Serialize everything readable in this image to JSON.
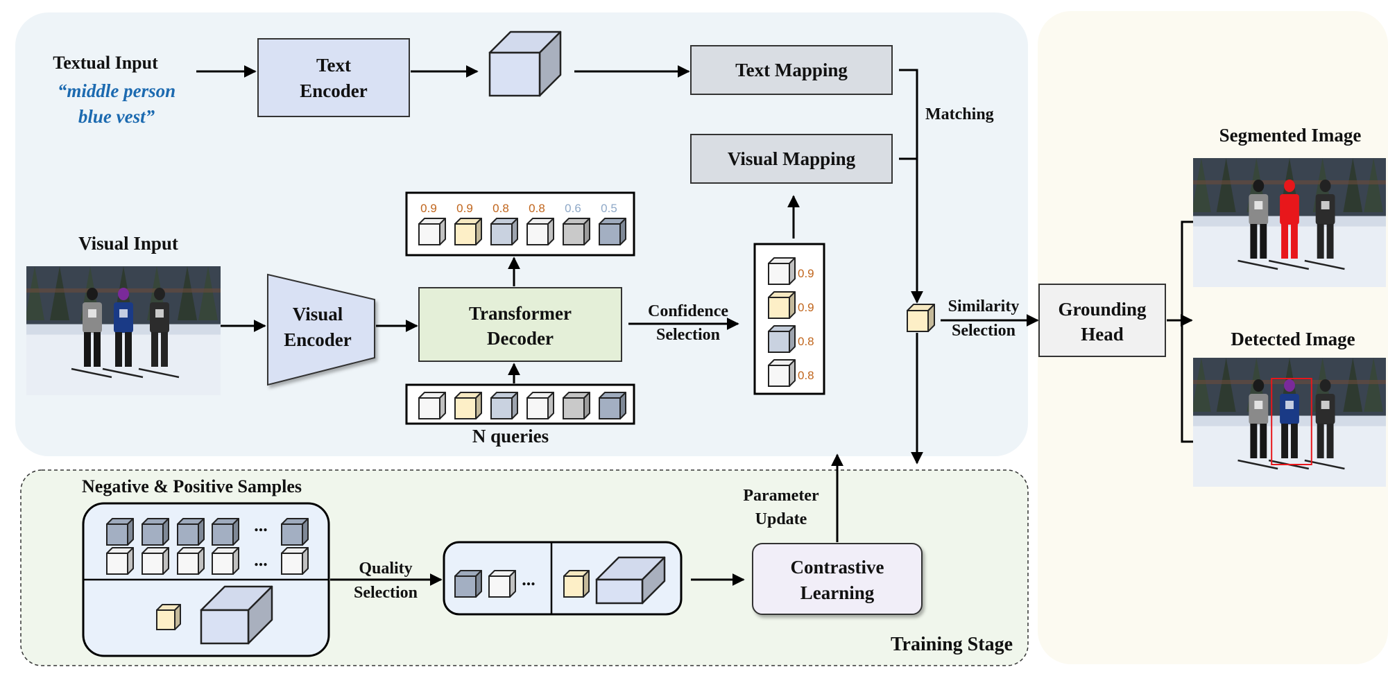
{
  "textual_input": {
    "label": "Textual Input",
    "query_line1": "“middle person",
    "query_line2": "blue vest”"
  },
  "text_encoder": {
    "line1": "Text",
    "line2": "Encoder"
  },
  "text_mapping": "Text Mapping",
  "visual_mapping": "Visual Mapping",
  "matching": "Matching",
  "visual_input": "Visual Input",
  "visual_encoder": {
    "line1": "Visual",
    "line2": "Encoder"
  },
  "transformer_decoder": {
    "line1": "Transformer",
    "line2": "Decoder"
  },
  "query_scores": [
    "0.9",
    "0.9",
    "0.8",
    "0.8",
    "0.6",
    "0.5"
  ],
  "n_queries": "N queries",
  "confidence_selection": {
    "line1": "Confidence",
    "line2": "Selection"
  },
  "selected_scores": [
    "0.9",
    "0.9",
    "0.8",
    "0.8"
  ],
  "similarity_selection": {
    "line1": "Similarity",
    "line2": "Selection"
  },
  "grounding_head": {
    "line1": "Grounding",
    "line2": "Head"
  },
  "segmented_image": "Segmented Image",
  "detected_image": "Detected Image",
  "training": {
    "samples_title": "Negative & Positive Samples",
    "ellipsis": "...",
    "quality_selection": {
      "line1": "Quality",
      "line2": "Selection"
    },
    "parameter_update": {
      "line1": "Parameter",
      "line2": "Update"
    },
    "contrastive_learning": {
      "line1": "Contrastive",
      "line2": "Learning"
    },
    "stage_label": "Training Stage"
  },
  "colors": {
    "top_panel": "#eef4f8",
    "right_panel": "#fcfaf1",
    "training_panel": "#f0f6ec",
    "text_encoder": "#d9e1f4",
    "mapping": "#d9dde3",
    "decoder": "#e4efd8",
    "contrastive": "#f1eef8",
    "grounding": "#f1f1f1",
    "cube_white": "#f7f7f7",
    "cube_yellow": "#fdefc7",
    "cube_blue": "#c9d2e0",
    "cube_gray": "#c9c9c9",
    "cube_slate": "#a3afc2",
    "score_high": "#c0651c",
    "score_low": "#8fa9c8",
    "query_text": "#1c6ab0",
    "mask_red": "#e8171b"
  }
}
